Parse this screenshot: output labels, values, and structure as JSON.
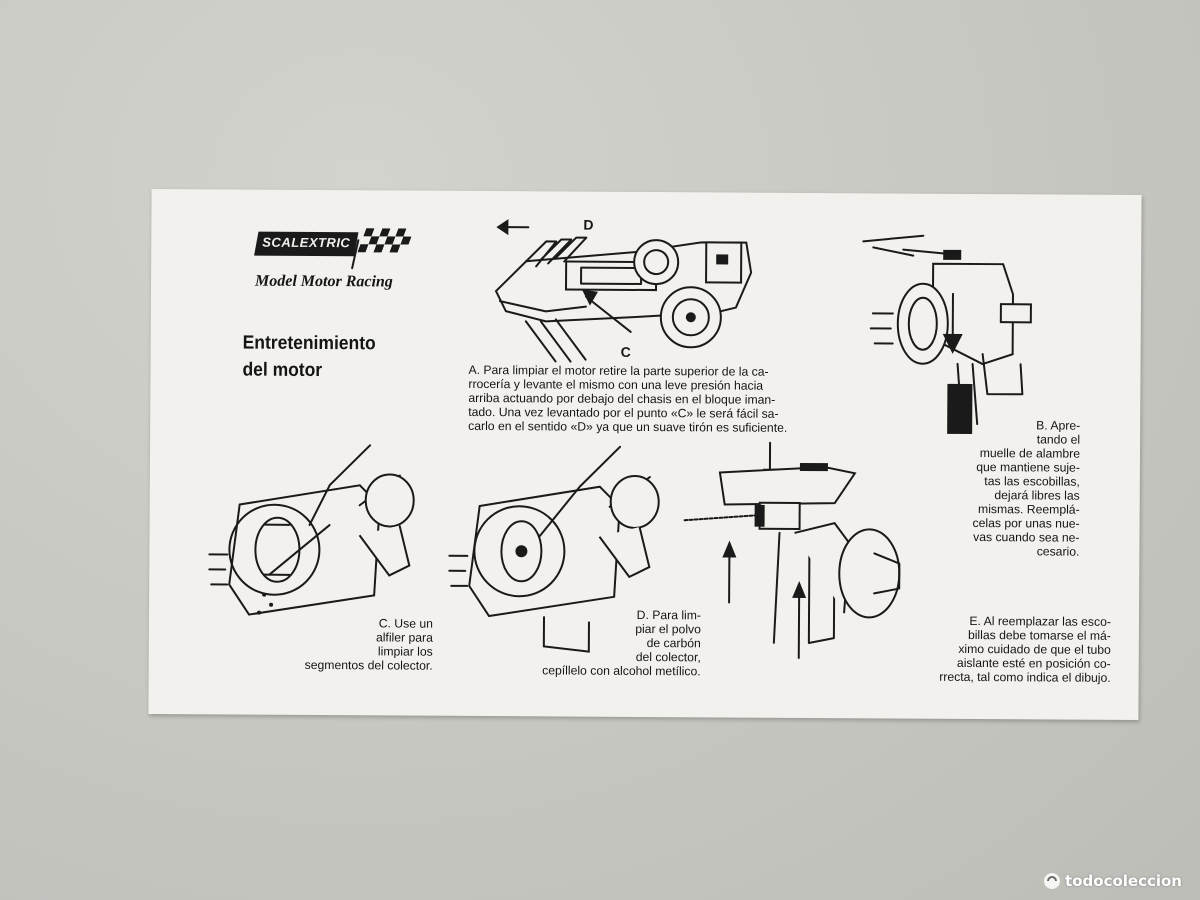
{
  "brand": {
    "logo": "SCALEXTRIC",
    "tagline": "Model Motor Racing"
  },
  "section": {
    "title_line1": "Entretenimiento",
    "title_line2": "del motor"
  },
  "figure_labels": {
    "arrow_d": "D",
    "arrow_c": "C"
  },
  "steps": {
    "a": {
      "lines": [
        "A. Para limpiar el motor retire la parte superior de la ca-",
        "rrocería y levante el mismo con una leve presión hacia",
        "arriba actuando por debajo del chasis en el bloque iman-",
        "tado. Una vez levantado por el punto «C» le será fácil sa-",
        "carlo en el sentido «D» ya que un suave tirón es suficiente."
      ]
    },
    "b": {
      "lines": [
        "B. Apre-",
        "tando el",
        "muelle de alambre",
        "que mantiene suje-",
        "tas las escobillas,",
        "dejará libres las",
        "mismas. Reemplá-",
        "celas por unas nue-",
        "vas cuando sea ne-",
        "cesario."
      ]
    },
    "c": {
      "lines": [
        "C. Use un",
        "alfiler para",
        "limpiar los",
        "segmentos del colector."
      ]
    },
    "d": {
      "lines": [
        "D. Para lim-",
        "piar el polvo",
        "de carbón",
        "del colector,",
        "cepíllelo con alcohol metílico."
      ]
    },
    "e": {
      "lines": [
        "E. Al reemplazar las esco-",
        "billas debe tomarse el má-",
        "ximo cuidado de que el tubo",
        "aislante esté en posición co-",
        "rrecta, tal como indica el dibujo."
      ]
    }
  },
  "watermark": "todocoleccion"
}
